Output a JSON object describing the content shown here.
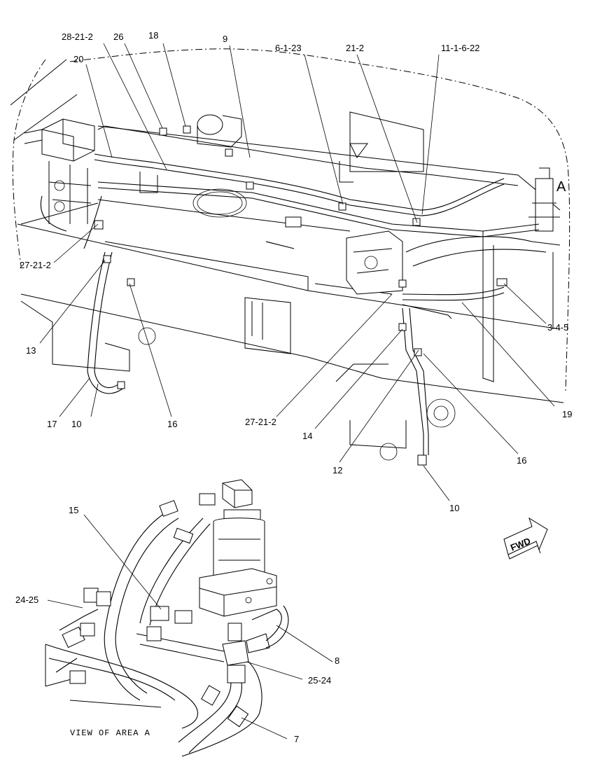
{
  "callouts": [
    {
      "id": "c1",
      "text": "28-21-2"
    },
    {
      "id": "c2",
      "text": "26"
    },
    {
      "id": "c3",
      "text": "18"
    },
    {
      "id": "c4",
      "text": "9"
    },
    {
      "id": "c5",
      "text": "6-1-23"
    },
    {
      "id": "c6",
      "text": "21-2"
    },
    {
      "id": "c7",
      "text": "11-1-6-22"
    },
    {
      "id": "c8",
      "text": "20"
    },
    {
      "id": "c9",
      "text": "A"
    },
    {
      "id": "c10",
      "text": "27-21-2"
    },
    {
      "id": "c11",
      "text": "13"
    },
    {
      "id": "c12",
      "text": "3-4-5"
    },
    {
      "id": "c13",
      "text": "19"
    },
    {
      "id": "c14",
      "text": "17"
    },
    {
      "id": "c15",
      "text": "10"
    },
    {
      "id": "c16",
      "text": "16"
    },
    {
      "id": "c17",
      "text": "27-21-2"
    },
    {
      "id": "c18",
      "text": "14"
    },
    {
      "id": "c19",
      "text": "16"
    },
    {
      "id": "c20",
      "text": "12"
    },
    {
      "id": "c21",
      "text": "10"
    },
    {
      "id": "c22",
      "text": "15"
    },
    {
      "id": "c23",
      "text": "24-25"
    },
    {
      "id": "c24",
      "text": "8"
    },
    {
      "id": "c25",
      "text": "25-24"
    },
    {
      "id": "c26",
      "text": "7"
    }
  ],
  "view_caption": "VIEW OF AREA A",
  "fwd_label": "FWD"
}
